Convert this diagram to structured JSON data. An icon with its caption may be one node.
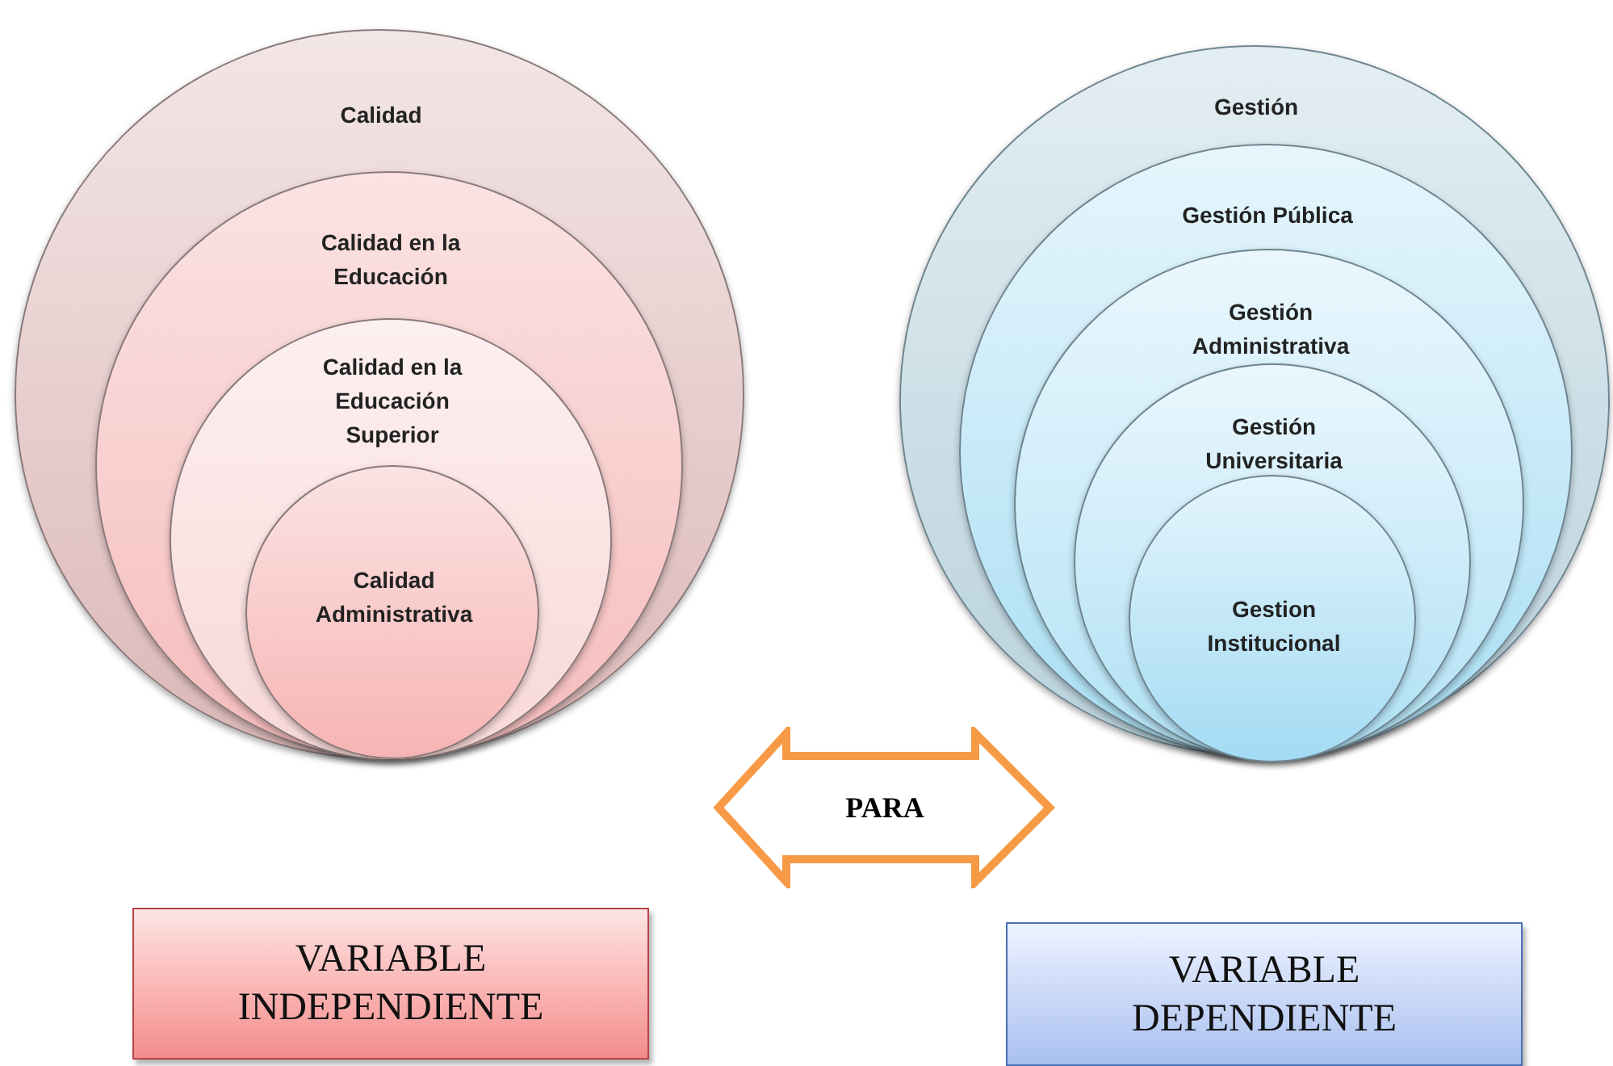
{
  "diagram": {
    "nodes": [
      {
        "text": [
          "Calidad"
        ]
      },
      {
        "text": [
          "Calidad en la Educación"
        ],
        "in": 0
      },
      {
        "text": [
          "Calidad en la Educación Superior"
        ],
        "in": 1
      },
      {
        "text": [
          "Calidad Administrativa"
        ],
        "in": 2
      },
      {
        "text": [
          "Gestión"
        ]
      },
      {
        "text": [
          "Gestión Pública"
        ],
        "in": 4
      },
      {
        "text": [
          "Gestión Administrativa"
        ],
        "in": 5
      },
      {
        "text": [
          "Gestión Universitaria"
        ],
        "in": 6
      },
      {
        "text": [
          "Gestion Institucional"
        ],
        "in": 7
      },
      {
        "text": [
          "PARA"
        ]
      },
      {
        "text": [
          "VARIABLE INDEPENDIENTE"
        ]
      },
      {
        "text": [
          "VARIABLE DEPENDIENTE"
        ]
      }
    ]
  }
}
